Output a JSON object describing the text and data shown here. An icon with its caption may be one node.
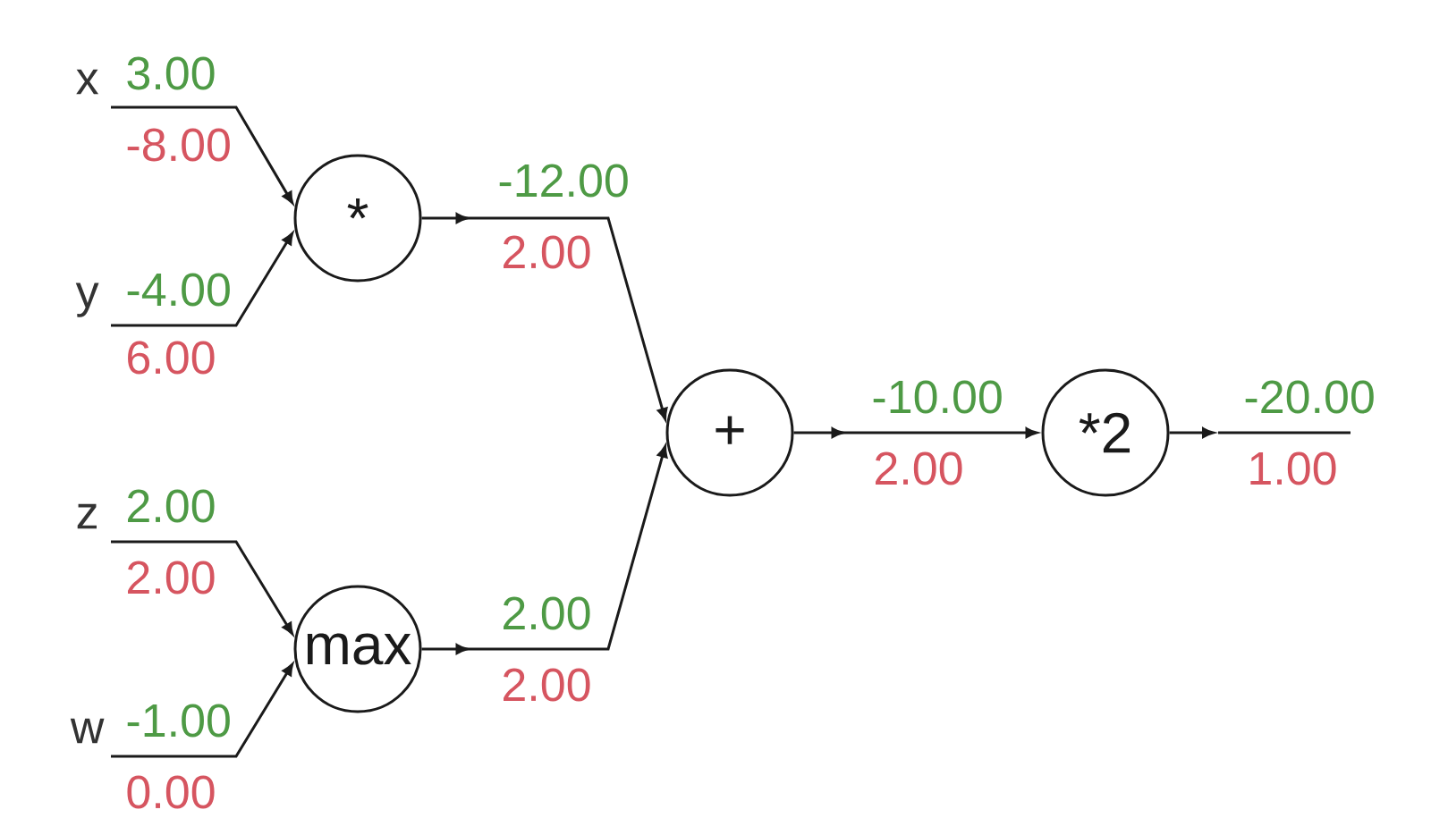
{
  "diagram": {
    "nodes": [
      {
        "text": [
          "x"
        ]
      },
      {
        "text": [
          "y"
        ]
      },
      {
        "text": [
          "z"
        ]
      },
      {
        "text": [
          "w"
        ]
      },
      {
        "text": [
          "*"
        ]
      },
      {
        "text": [
          "max"
        ]
      },
      {
        "text": [
          "+"
        ]
      },
      {
        "text": [
          "*2"
        ]
      }
    ],
    "edges": [
      {
        "from": 0,
        "to": 4,
        "arrow": "to"
      },
      {
        "from": 1,
        "to": 4,
        "arrow": "to"
      },
      {
        "from": 2,
        "to": 5,
        "arrow": "to"
      },
      {
        "from": 3,
        "to": 5,
        "arrow": "to"
      },
      {
        "from": 4,
        "to": 6,
        "arrow": "to"
      },
      {
        "from": 5,
        "to": 6,
        "arrow": "to"
      },
      {
        "from": 6,
        "to": 7,
        "arrow": "to"
      },
      {
        "from": 7,
        "to": null,
        "arrow": "to"
      }
    ],
    "labels": [
      "3.00",
      "-8.00",
      "-4.00",
      "6.00",
      "2.00",
      "2.00",
      "-1.00",
      "0.00",
      "-12.00",
      "2.00",
      "2.00",
      "2.00",
      "-10.00",
      "2.00",
      "-20.00",
      "1.00"
    ]
  }
}
